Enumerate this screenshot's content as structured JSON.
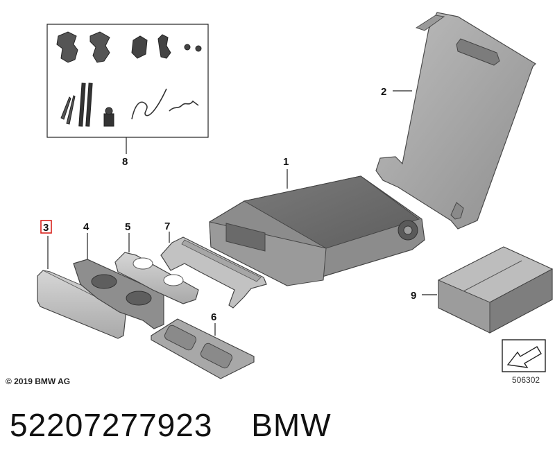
{
  "callouts": {
    "c1": "1",
    "c2": "2",
    "c3": "3",
    "c4": "4",
    "c5": "5",
    "c6": "6",
    "c7": "7",
    "c8": "8",
    "c9": "9"
  },
  "highlighted_callout": "3",
  "copyright": "© 2019 BMW AG",
  "image_id": "506302",
  "footer": {
    "part_number": "52207277923",
    "brand": "BMW"
  },
  "colors": {
    "part_fill": "#b9b9b9",
    "part_dark": "#6f6f6f",
    "part_edge": "#4a4a4a",
    "highlight": "#d9231d"
  }
}
